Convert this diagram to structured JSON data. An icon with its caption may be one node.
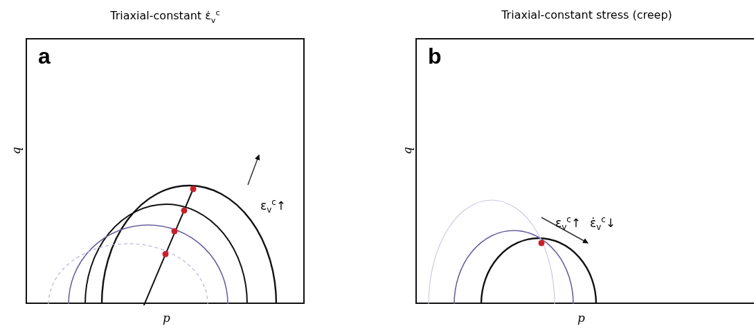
{
  "diagram": {
    "nodes": [
      {
        "text": [
          "Triaxial-constant ε̇$_{v}$$^{c}$",
          "a"
        ]
      },
      {
        "text": [
          "Triaxial-constant stress (creep)",
          "b"
        ]
      }
    ],
    "labels": [
      "q",
      "p",
      "ε$_{v}$$^{c}$↑",
      "q",
      "p",
      "ε$_{v}$$^{c}$↑",
      "ε̇$_{v}$$^{c}$↓"
    ]
  }
}
